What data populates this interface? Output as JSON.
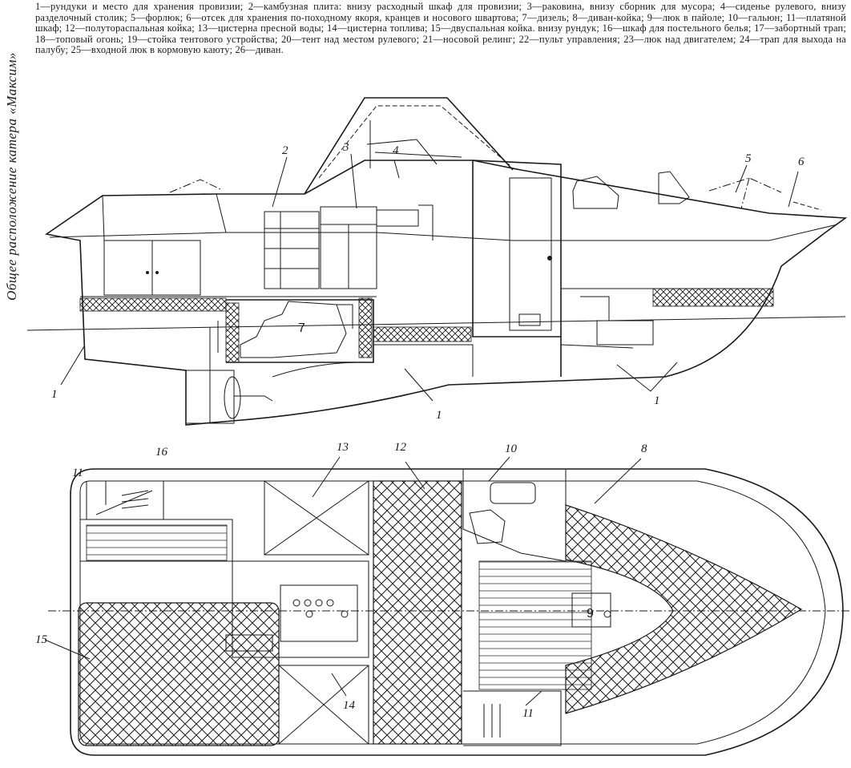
{
  "side_title": "Общее расположение катера «Максим»",
  "legend": "1—рундуки и место для хранения провизии; 2—камбузная плита: внизу расходный шкаф для провизии; 3—раковина, внизу сборник для мусора; 4—сиденье рулевого, внизу разделочный столик; 5—форлюк; 6—отсек для хранения по-походному якоря, кранцев и носового швартова; 7—дизель; 8—диван-койка; 9—люк в пайоле; 10—гальюн; 11—платяной шкаф; 12—полуторaспальная койка; 13—цистерна пресной воды; 14—цистерна топлива; 15—двуспальная койка. внизу рундук; 16—шкаф для постельного белья; 17—забортный трап; 18—топовый огонь; 19—стойка тентового устройства; 20—тент над местом рулевого; 21—носовой релинг; 22—пульт управления; 23—люк над двигателем; 24—трап для выхода на палубу; 25—входной люк в кормовую каюту; 26—диван.",
  "side_view": {
    "labels": {
      "l1a": "1",
      "l1b": "1",
      "l1c": "1",
      "l2": "2",
      "l3": "3",
      "l4": "4",
      "l5": "5",
      "l6": "6",
      "l7": "7"
    }
  },
  "plan_view": {
    "labels": {
      "l8": "8",
      "l9": "9",
      "l10": "10",
      "l11a": "11",
      "l11b": "11",
      "l12": "12",
      "l13": "13",
      "l14": "14",
      "l15": "15",
      "l16": "16"
    }
  }
}
